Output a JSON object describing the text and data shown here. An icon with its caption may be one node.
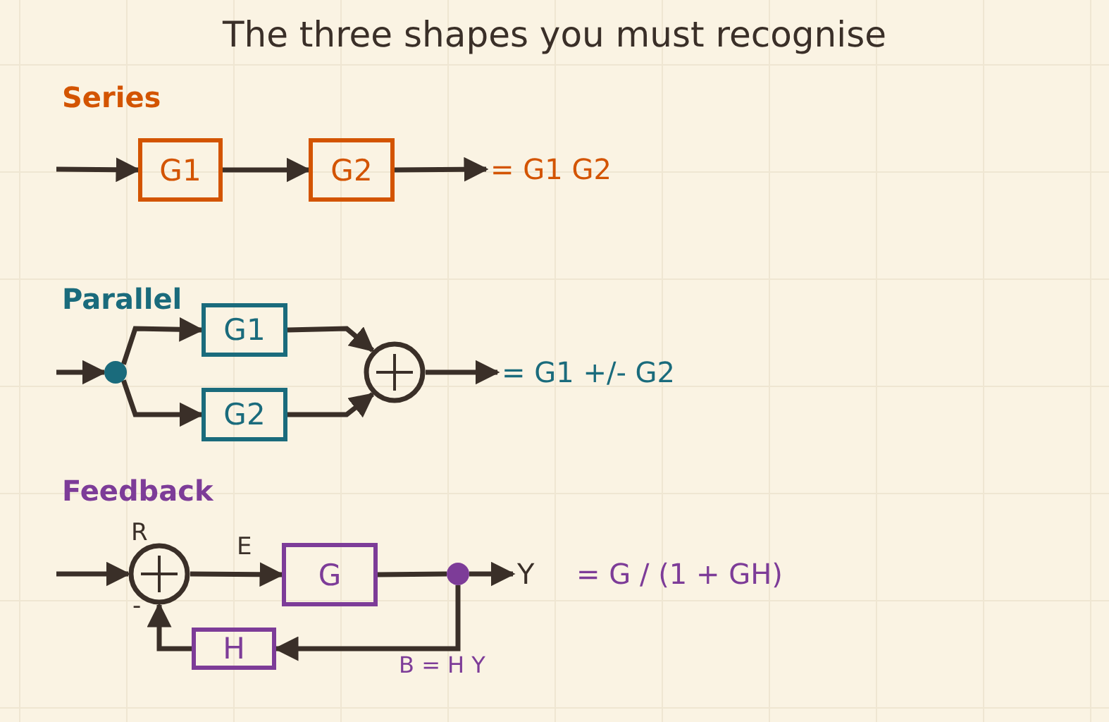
{
  "diagram": {
    "title": "The three shapes you must recognise",
    "nodes": [
      {
        "text": [
          "G1"
        ]
      },
      {
        "text": [
          "G2"
        ]
      },
      {
        "text": [
          "G1"
        ]
      },
      {
        "text": [
          "G2"
        ]
      },
      {
        "text": [],
        "shape": "circle"
      },
      {
        "text": [],
        "shape": "circle"
      },
      {
        "text": [],
        "shape": "circle"
      },
      {
        "text": [
          "G"
        ]
      },
      {
        "text": [],
        "shape": "circle"
      },
      {
        "text": [
          "H"
        ]
      },
      {
        "text": [
          "= G1 G2"
        ]
      },
      {
        "text": [
          "= G1 +/- G2"
        ]
      },
      {
        "text": [
          "Y"
        ]
      }
    ],
    "edges": [
      {
        "from": null,
        "to": 0,
        "arrow": "to"
      },
      {
        "from": 0,
        "to": 1,
        "arrow": "to"
      },
      {
        "from": 1,
        "to": 10,
        "arrow": "to"
      },
      {
        "from": null,
        "to": 4,
        "arrow": "to"
      },
      {
        "from": 4,
        "to": 2,
        "arrow": "to"
      },
      {
        "from": 4,
        "to": 3,
        "arrow": "to"
      },
      {
        "from": 2,
        "to": 5,
        "arrow": "to"
      },
      {
        "from": 3,
        "to": 5,
        "arrow": "to"
      },
      {
        "from": 5,
        "to": 11,
        "arrow": "to"
      },
      {
        "from": null,
        "to": 6,
        "arrow": "to"
      },
      {
        "from": 6,
        "to": 7,
        "arrow": "to",
        "label": "E"
      },
      {
        "from": 7,
        "to": 8,
        "arrow": "none"
      },
      {
        "from": 8,
        "to": 12,
        "arrow": "to"
      },
      {
        "from": 8,
        "to": 9,
        "arrow": "to",
        "label": "B = H Y"
      },
      {
        "from": 9,
        "to": 6,
        "arrow": "to"
      }
    ],
    "labels": [
      "Series",
      "Parallel",
      "Feedback",
      "R",
      "= G / (1 + GH)",
      "-"
    ]
  }
}
